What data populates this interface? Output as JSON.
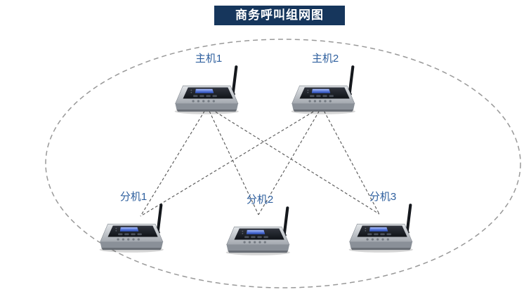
{
  "title": "商务呼叫组网图",
  "colors": {
    "title_bg": "#16365c",
    "title_text": "#ffffff",
    "label_text": "#2e5f9e",
    "connection_line": "#555555",
    "boundary_ellipse": "#999999",
    "device_body": "#b9bec4",
    "device_panel": "#1d2026",
    "device_screen": "#4a6fd0"
  },
  "devices": [
    {
      "id": "host-1",
      "label": "主机1",
      "type": "host"
    },
    {
      "id": "host-2",
      "label": "主机2",
      "type": "host"
    },
    {
      "id": "ext-1",
      "label": "分机1",
      "type": "extension"
    },
    {
      "id": "ext-2",
      "label": "分机2",
      "type": "extension"
    },
    {
      "id": "ext-3",
      "label": "分机3",
      "type": "extension"
    }
  ],
  "connections": [
    {
      "from": "主机1",
      "to": "分机1"
    },
    {
      "from": "主机1",
      "to": "分机2"
    },
    {
      "from": "主机1",
      "to": "分机3"
    },
    {
      "from": "主机2",
      "to": "分机1"
    },
    {
      "from": "主机2",
      "to": "分机2"
    },
    {
      "from": "主机2",
      "to": "分机3"
    }
  ]
}
